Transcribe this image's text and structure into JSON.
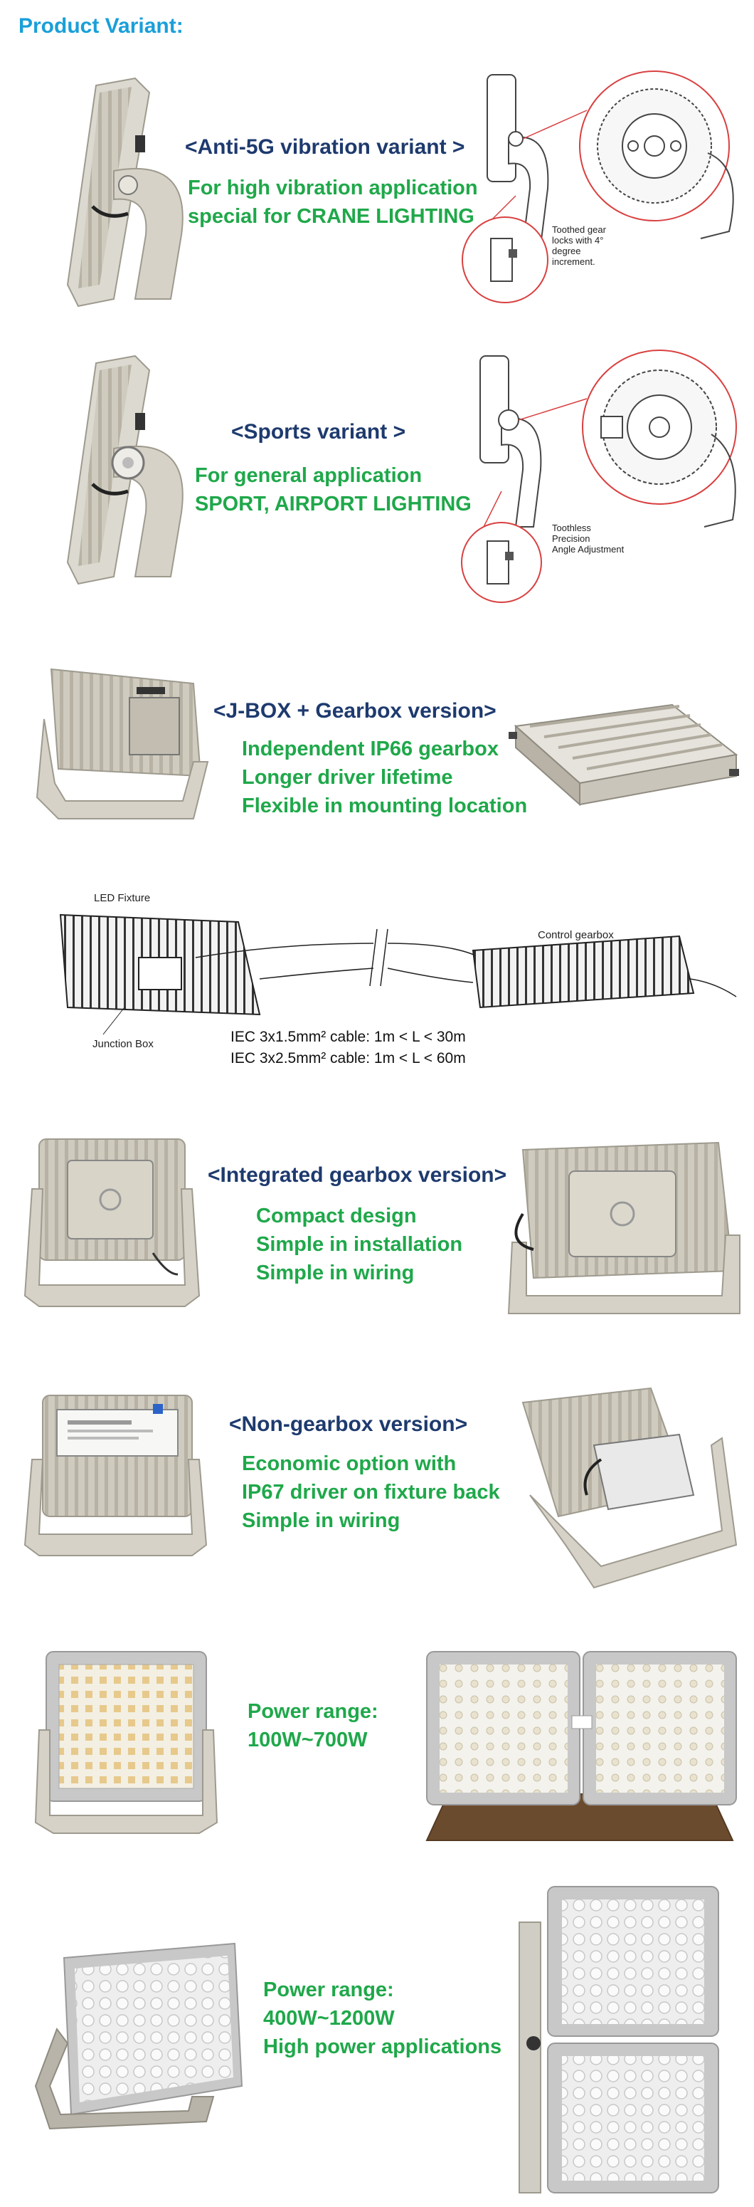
{
  "header": "Product Variant:",
  "sections": [
    {
      "title": "<Anti-5G vibration variant >",
      "lines": [
        "For high vibration application",
        "special for CRANE LIGHTING"
      ],
      "detail_note": [
        "Toothed gear",
        "locks with 4°",
        "degree",
        "increment."
      ]
    },
    {
      "title": "<Sports variant >",
      "lines": [
        "For general application",
        "SPORT, AIRPORT LIGHTING"
      ],
      "detail_note": [
        "Toothless",
        "Precision",
        "Angle Adjustment"
      ]
    },
    {
      "title": "<J-BOX + Gearbox version>",
      "lines": [
        "Independent IP66 gearbox",
        "Longer driver lifetime",
        "Flexible in mounting location"
      ]
    },
    {
      "diagram_labels": {
        "fixture": "LED Fixture",
        "gearbox": "Control gearbox",
        "jbox": "Junction Box"
      },
      "cables": [
        "IEC 3x1.5mm² cable:  1m <  L < 30m",
        "IEC 3x2.5mm² cable:  1m <  L < 60m"
      ]
    },
    {
      "title": "<Integrated gearbox version>",
      "lines": [
        "Compact design",
        "Simple in installation",
        "Simple in wiring"
      ]
    },
    {
      "title": "<Non-gearbox version>",
      "lines": [
        "Economic option with",
        "IP67 driver on fixture back",
        "Simple in wiring"
      ]
    },
    {
      "lines": [
        "Power range:",
        "100W~700W"
      ]
    },
    {
      "lines": [
        "Power range:",
        "400W~1200W",
        "High power applications"
      ]
    }
  ],
  "colors": {
    "header": "#1a9fd9",
    "title": "#1e3a6e",
    "green": "#1fa84a",
    "fixture": "#d9d6cc",
    "detail_line": "#d94040"
  }
}
